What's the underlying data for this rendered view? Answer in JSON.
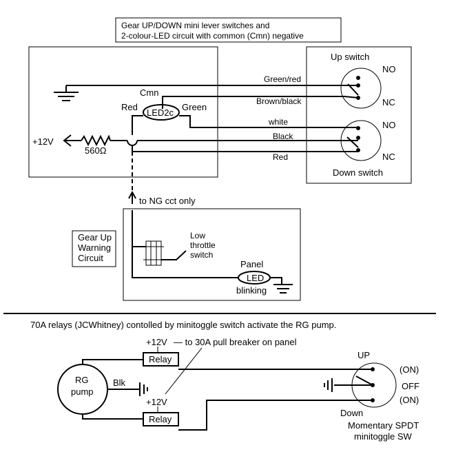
{
  "title": {
    "line1": "Gear UP/DOWN mini lever switches and",
    "line2": "2-colour-LED circuit with common (Cmn) negative"
  },
  "top_circuit": {
    "supply": "+12V",
    "resistor": "560Ω",
    "led_label": "LED2c",
    "cmn": "Cmn",
    "red": "Red",
    "green": "Green",
    "wires": {
      "green_red": "Green/red",
      "brown_black": "Brown/black",
      "white": "white",
      "black": "Black",
      "red": "Red"
    },
    "up_switch": {
      "label": "Up switch",
      "no": "NO",
      "nc": "NC"
    },
    "down_switch": {
      "label": "Down switch",
      "no": "NO",
      "nc": "NC"
    },
    "ng_note": "to NG cct only"
  },
  "warning_circuit": {
    "label_lines": [
      "Gear Up",
      "Warning",
      "Circuit"
    ],
    "throttle_lines": [
      "Low",
      "throttle",
      "switch"
    ],
    "panel": "Panel",
    "led": "LED",
    "blinking": "blinking"
  },
  "relay_circuit": {
    "heading": "70A relays (JCWhitney) contolled by minitoggle switch activate the RG pump.",
    "supply_top": "+12V",
    "breaker_note": "— to 30A pull breaker on panel",
    "supply_bottom": "+12V",
    "relay_top": "Relay",
    "relay_bottom": "Relay",
    "pump_lines": [
      "RG",
      "pump"
    ],
    "blk": "Blk",
    "switch": {
      "up": "UP",
      "down": "Down",
      "on_top": "(ON)",
      "off": "OFF",
      "on_bottom": "(ON)",
      "caption_lines": [
        "Momentary SPDT",
        "minitoggle SW"
      ]
    }
  }
}
